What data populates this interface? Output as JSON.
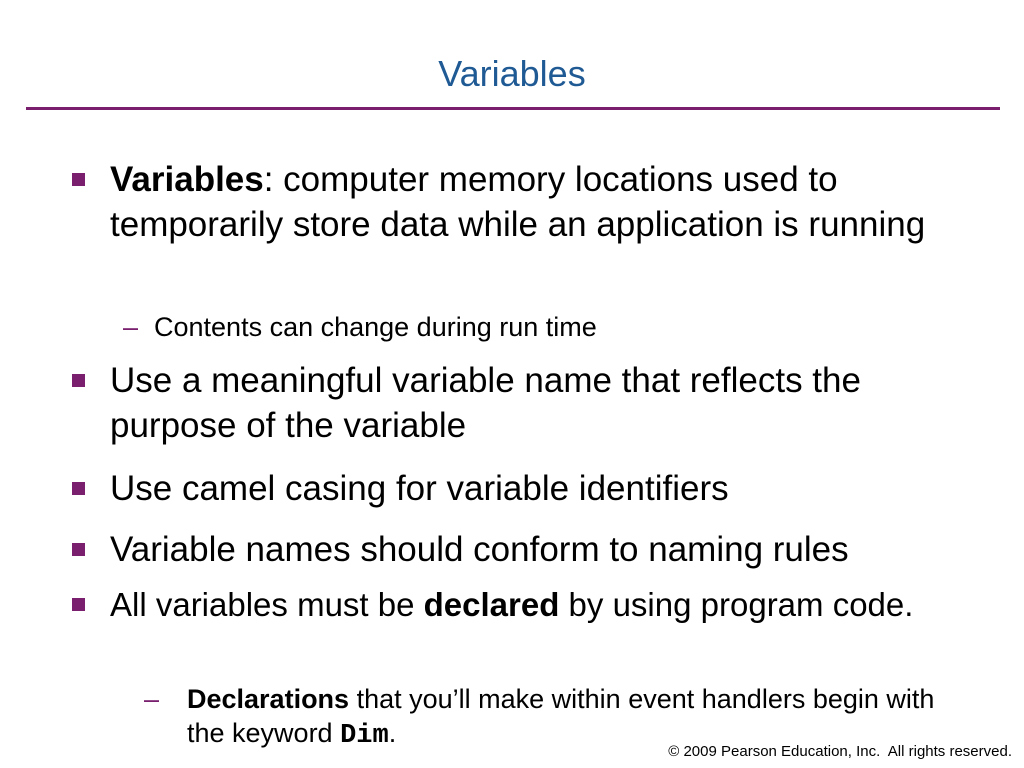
{
  "slide": {
    "title": "Variables",
    "accent_color": "#7a1f6e",
    "title_color": "#1f5a94"
  },
  "bullets": [
    {
      "term": "Variables",
      "text": ": computer memory locations used to temporarily store data while an application is running",
      "sub": {
        "text": "Contents can change during run time"
      }
    },
    {
      "text": "Use a meaningful variable name that reflects the purpose of the variable"
    },
    {
      "text": "Use camel casing for variable identifiers"
    },
    {
      "text": "Variable names should conform to naming rules"
    },
    {
      "text_before": "All variables must be ",
      "term": "declared",
      "text_after": " by using program code.",
      "sub": {
        "term": "Declarations",
        "text": " that you’ll make within event handlers begin with the keyword ",
        "keyword": "Dim",
        "end": "."
      }
    }
  ],
  "markers": {
    "bullet_icon": "square-bullet-icon",
    "sub_glyph": "–"
  },
  "footer": {
    "copyright": "© 2009 Pearson Education, Inc.  All rights reserved."
  }
}
